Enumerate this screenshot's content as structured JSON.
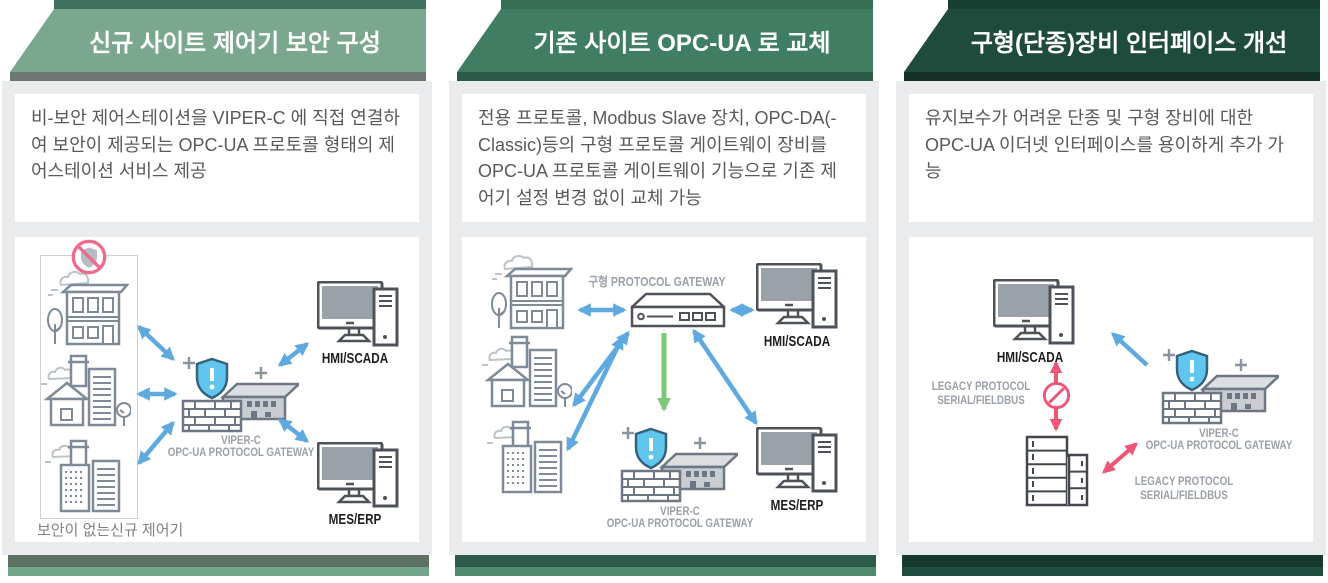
{
  "page": {
    "background": "#ffffff"
  },
  "colors": {
    "arrow_blue": "#5ea9e0",
    "arrow_green": "#7cc879",
    "arrow_pink": "#ee5576",
    "shield_blue": "#61c6ee",
    "panel_background": "#eaebec",
    "description_text": "#58595b",
    "diagram_label_gray": "#9aa0a7",
    "device_label_black": "#1b1d1f"
  },
  "icons": {
    "no_security": "crossed-shield-in-pink-circle",
    "blocked": "prohibition-circle",
    "viper_gateway": "shield-firewall-building",
    "workstation": "monitor-with-tower-pc",
    "legacy_gateway_device": "rack-device-box",
    "legacy_equipment": "server-drawer-stack",
    "site": "building-line-art",
    "sparkle": "plus-sparkle"
  },
  "panels": [
    {
      "id": "new-site-security",
      "header": "신규 사이트 제어기 보안 구성",
      "description": "비-보안 제어스테이션을 VIPER-C 에 직접 연결하여 보안이 제공되는 OPC-UA 프로토콜 형태의 제어스테이션 서비스 제공",
      "colors": {
        "header": "#7aa78e",
        "header_top": "#3e6f5c",
        "header_shadow": "#6d7672",
        "footer_dark": "#5d7064",
        "footer_light": "#72a68a"
      },
      "diagram": {
        "group_label": "보안이 없는신규 제어기",
        "gateway_name": "VIPER-C",
        "gateway_type": "OPC-UA PROTOCOL GATEWAY",
        "hmi_label": "HMI/SCADA",
        "mes_label": "MES/ERP"
      }
    },
    {
      "id": "existing-site-replacement",
      "header": "기존 사이트 OPC-UA 로 교체",
      "description": "전용 프로토콜, Modbus Slave 장치, OPC-DA(-Classic)등의 구형 프로토콜 게이트웨이 장비를 OPC-UA 프로토콜 게이트웨이 기능으로 기존 제어기 설정 변경 없이 교체 가능",
      "colors": {
        "header": "#3f7e63",
        "header_top": "#366e56",
        "header_shadow": "#2b5a47",
        "footer_dark": "#2c5b49",
        "footer_light": "#4f8c6d"
      },
      "diagram": {
        "legacy_gateway_label": "구형 PROTOCOL GATEWAY",
        "gateway_name": "VIPER-C",
        "gateway_type": "OPC-UA PROTOCOL GATEWAY",
        "hmi_label": "HMI/SCADA",
        "mes_label": "MES/ERP"
      }
    },
    {
      "id": "legacy-equipment-interface",
      "header": "구형(단종)장비 인터페이스 개선",
      "description": "유지보수가 어려운 단종 및 구형 장비에 대한 OPC-UA 이더넷 인터페이스를 용이하게 추가 가능",
      "colors": {
        "header": "#1e4b3b",
        "header_top": "#183f31",
        "header_shadow": "#133127",
        "footer_dark": "#17392d",
        "footer_light": "#1f4e40"
      },
      "diagram": {
        "hmi_label": "HMI/SCADA",
        "legacy_left_line1": "LEGACY PROTOCOL",
        "legacy_left_line2": "SERIAL/FIELDBUS",
        "legacy_right_line1": "LEGACY PROTOCOL",
        "legacy_right_line2": "SERIAL/FIELDBUS",
        "gateway_name": "VIPER-C",
        "gateway_type": "OPC-UA PROTOCOL GATEWAY"
      }
    }
  ]
}
